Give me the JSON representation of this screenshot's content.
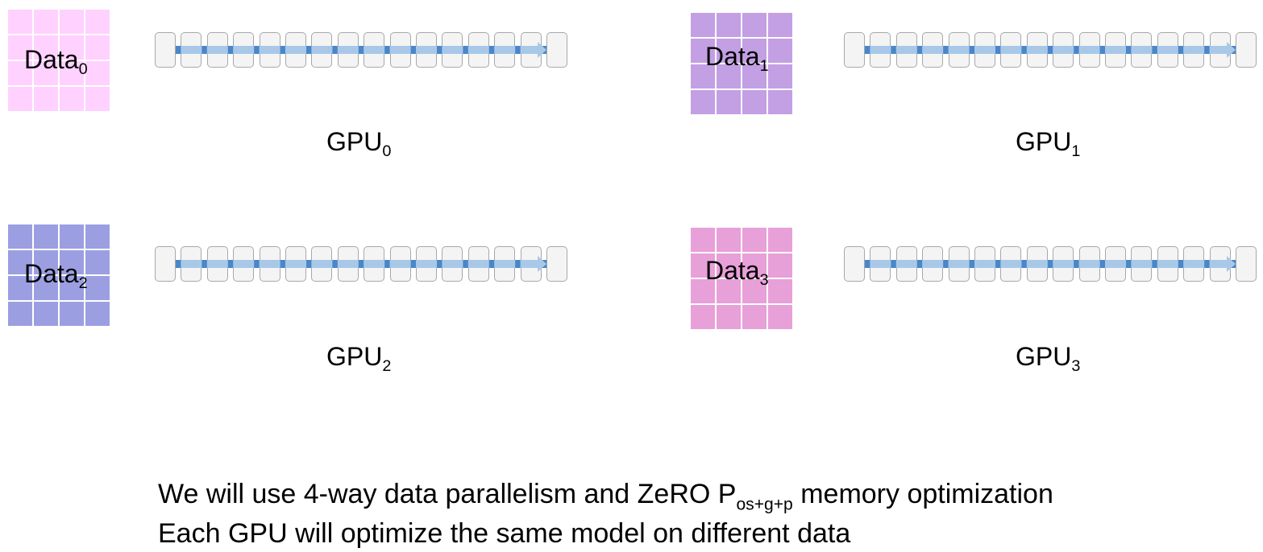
{
  "panels": [
    {
      "data_name": "Data",
      "data_sub": "0",
      "gpu_name": "GPU",
      "gpu_sub": "0",
      "color": "#ffd1ff"
    },
    {
      "data_name": "Data",
      "data_sub": "1",
      "gpu_name": "GPU",
      "gpu_sub": "1",
      "color": "#c39fe3"
    },
    {
      "data_name": "Data",
      "data_sub": "2",
      "gpu_name": "GPU",
      "gpu_sub": "2",
      "color": "#9b9fe1"
    },
    {
      "data_name": "Data",
      "data_sub": "3",
      "gpu_name": "GPU",
      "gpu_sub": "3",
      "color": "#e8a0d8"
    }
  ],
  "layers_per_gpu": 16,
  "arrow_color": "#4a86c8",
  "arrow_light_color": "#a9c8e8",
  "caption": {
    "line1_before": "We will use 4-way data parallelism and ZeRO P",
    "line1_sub": "os+g+p",
    "line1_after": " memory optimization",
    "line2": "Each GPU will optimize the same model on different data"
  }
}
